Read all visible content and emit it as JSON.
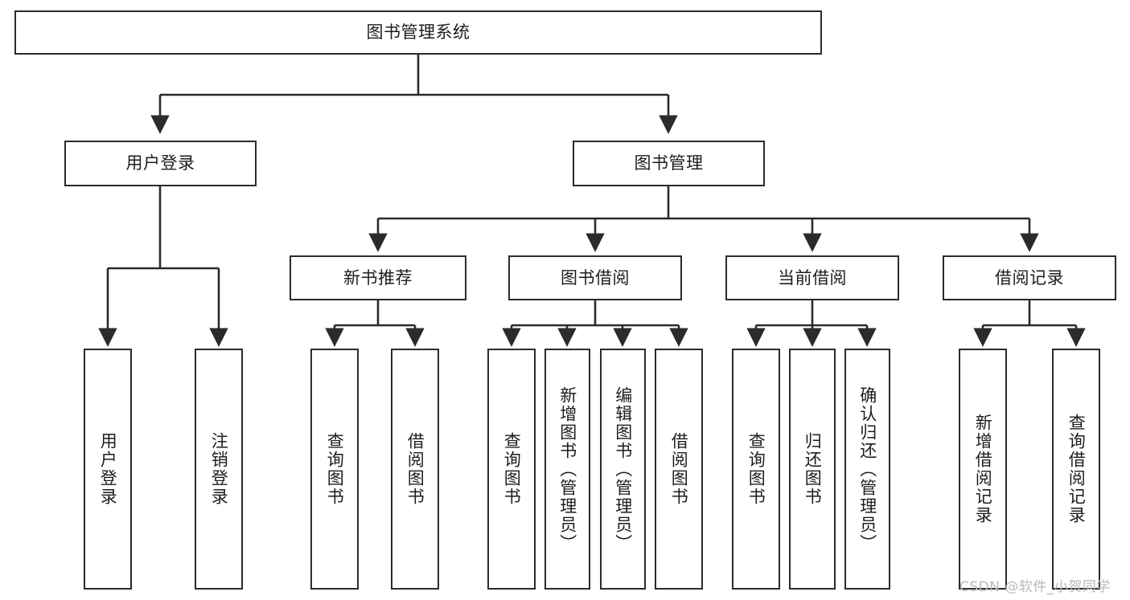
{
  "diagram": {
    "title": "图书管理系统",
    "type": "hierarchy-tree",
    "background_color": "#ffffff",
    "box_border_color": "#2b2b2b",
    "connector_color": "#2b2b2b",
    "text_color": "#1d1d1d"
  },
  "nodes": {
    "root": {
      "label": "图书管理系统"
    },
    "level2": [
      {
        "label": "用户登录"
      },
      {
        "label": "图书管理"
      }
    ],
    "level3": [
      {
        "label": "新书推荐"
      },
      {
        "label": "图书借阅"
      },
      {
        "label": "当前借阅"
      },
      {
        "label": "借阅记录"
      }
    ],
    "leaves": [
      {
        "label": "用户登录",
        "parent": "用户登录"
      },
      {
        "label": "注销登录",
        "parent": "用户登录"
      },
      {
        "label": "查询图书",
        "parent": "新书推荐"
      },
      {
        "label": "借阅图书",
        "parent": "新书推荐"
      },
      {
        "label": "查询图书",
        "parent": "图书借阅"
      },
      {
        "label": "新增图书（管理员）",
        "parent": "图书借阅"
      },
      {
        "label": "编辑图书（管理员）",
        "parent": "图书借阅"
      },
      {
        "label": "借阅图书",
        "parent": "图书借阅"
      },
      {
        "label": "查询图书",
        "parent": "当前借阅"
      },
      {
        "label": "归还图书",
        "parent": "当前借阅"
      },
      {
        "label": "确认归还（管理员）",
        "parent": "当前借阅"
      },
      {
        "label": "新增借阅记录",
        "parent": "借阅记录"
      },
      {
        "label": "查询借阅记录",
        "parent": "借阅记录"
      }
    ]
  },
  "watermark": {
    "text": "CSDN @软件_小贺同学"
  }
}
